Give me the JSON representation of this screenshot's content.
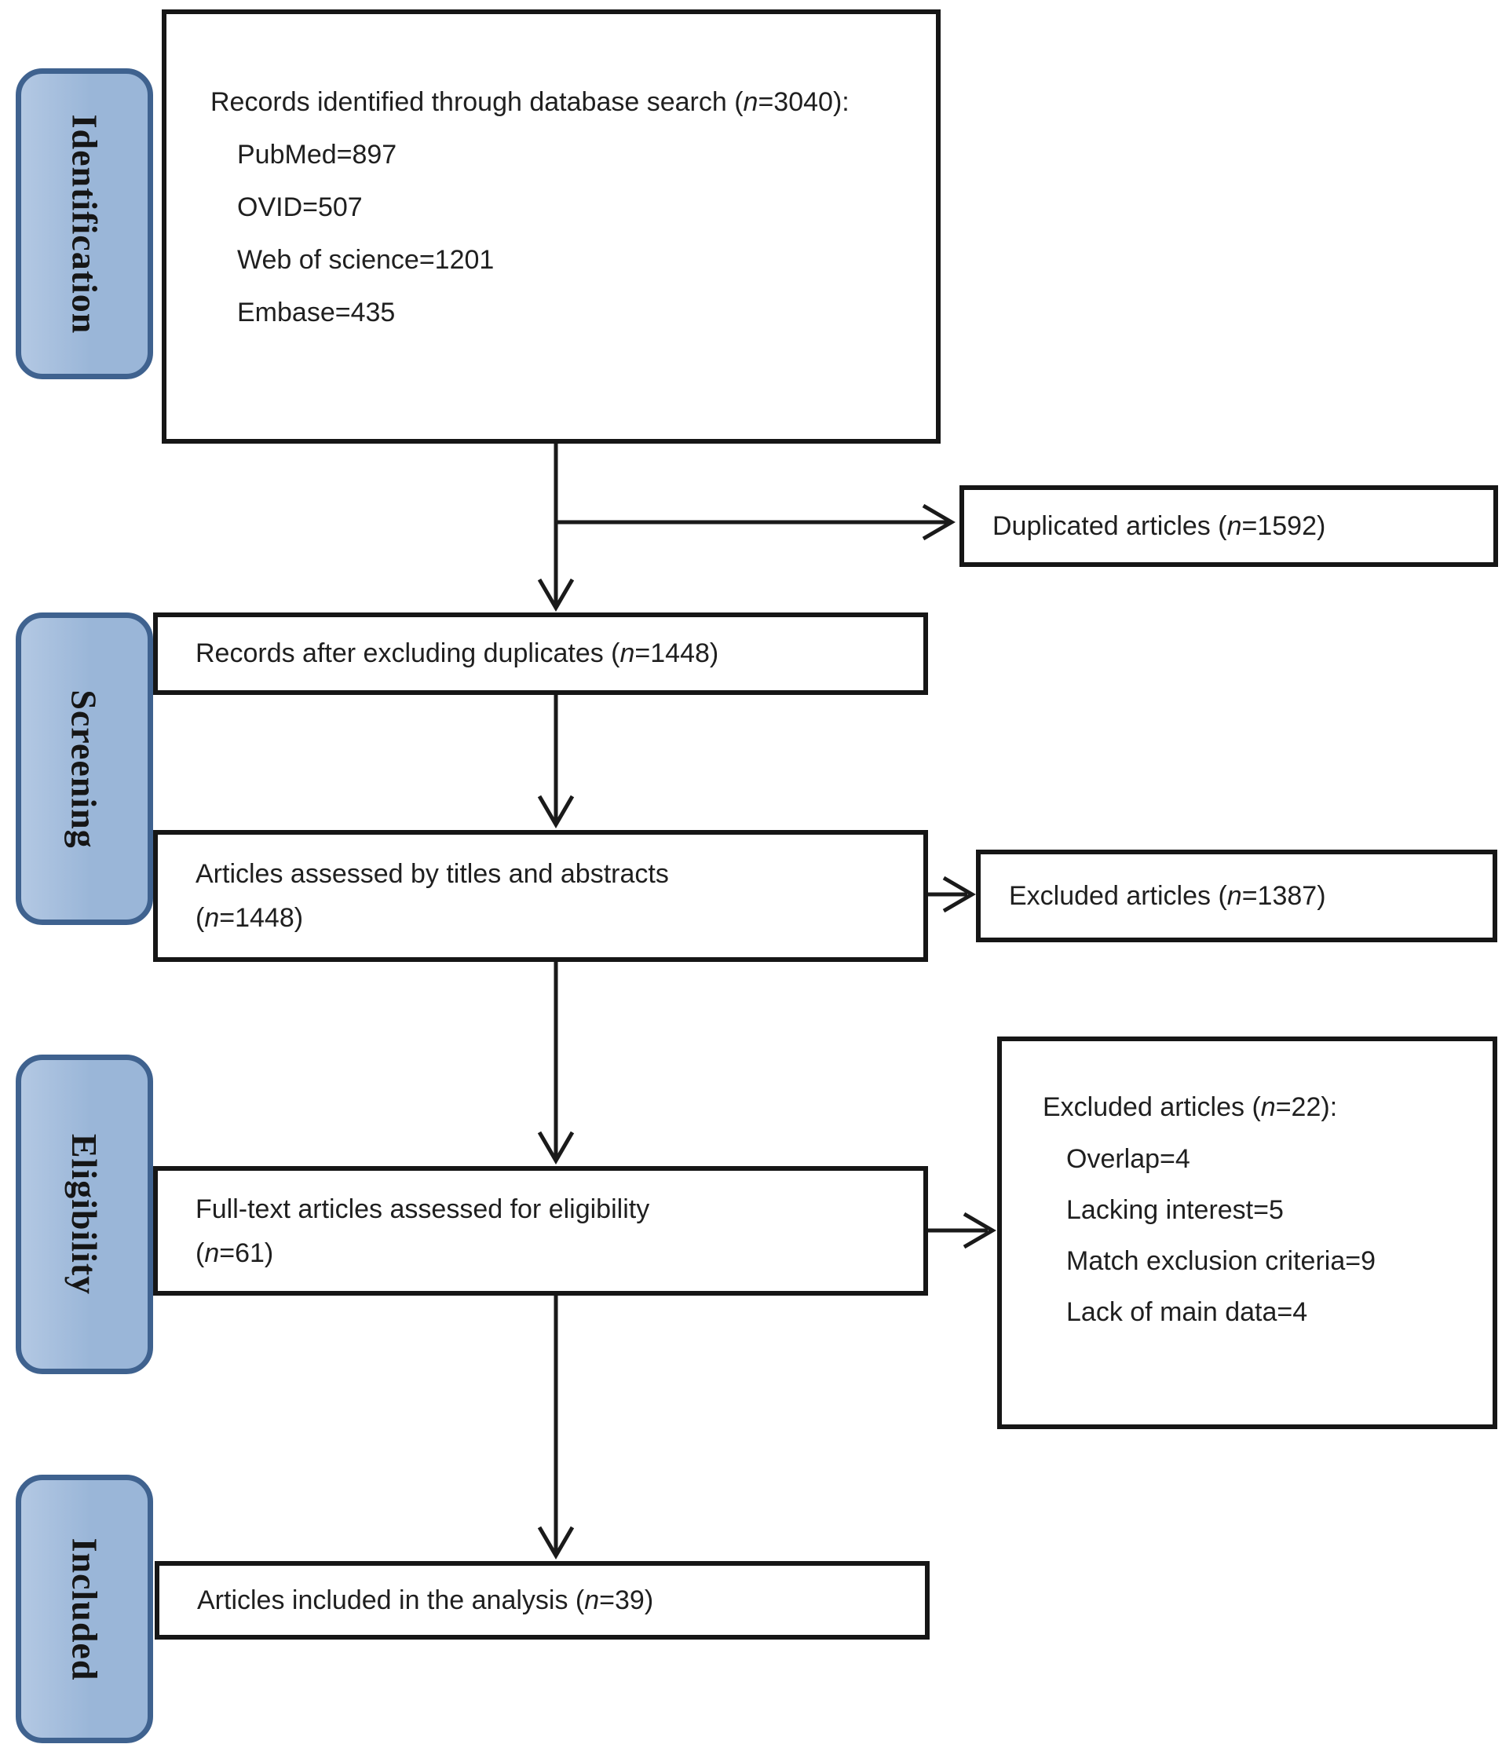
{
  "stages": {
    "identification": "Identification",
    "screening": "Screening",
    "eligibility": "Eligibility",
    "included": "Included"
  },
  "boxes": {
    "identified": {
      "title": "Records identified through database search (n=3040):",
      "items": [
        "PubMed=897",
        "OVID=507",
        "Web of science=1201",
        "Embase=435"
      ]
    },
    "after_duplicates": {
      "text": "Records after excluding duplicates (n=1448)"
    },
    "title_abstract": {
      "line1": "Articles assessed by titles and abstracts",
      "line2": "(n=1448)"
    },
    "full_text": {
      "line1": "Full-text articles assessed for eligibility",
      "line2": "(n=61)"
    },
    "included_analysis": {
      "text": "Articles included in the analysis (n=39)"
    },
    "duplicated": {
      "text": "Duplicated articles (n=1592)"
    },
    "excluded_screening": {
      "text": "Excluded articles (n=1387)"
    },
    "excluded_fulltext": {
      "title": "Excluded articles (n=22):",
      "items": [
        "Overlap=4",
        "Lacking interest=5",
        "Match exclusion criteria=9",
        "Lack of main data=4"
      ]
    }
  },
  "colors": {
    "stage_fill": "#9ab6d8",
    "stage_fill_light": "#b3c8e3",
    "stage_border": "#3f628f",
    "box_border": "#161616",
    "line": "#1a1a1a",
    "text": "#1f1f1f",
    "background": "#ffffff"
  }
}
